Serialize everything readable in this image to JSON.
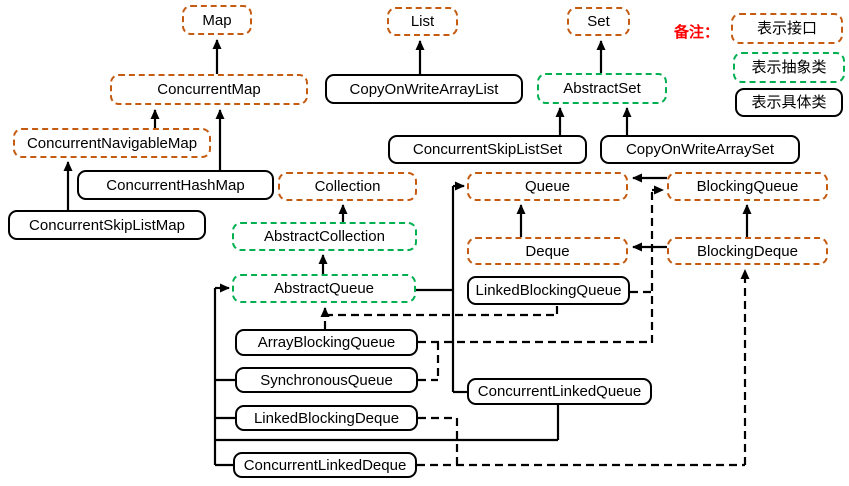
{
  "legend": {
    "title": "备注：",
    "items": [
      {
        "label": "表示接口",
        "type": "interface",
        "color": "#C55A11"
      },
      {
        "label": "表示抽象类",
        "type": "abstract",
        "color": "#00B050"
      },
      {
        "label": "表示具体类",
        "type": "concrete",
        "color": "#000000"
      }
    ]
  },
  "colors": {
    "interface_border": "#C55A11",
    "abstract_border": "#00B050",
    "concrete_border": "#000000",
    "note_text": "#FF0000",
    "line": "#000000",
    "background": "#ffffff"
  },
  "nodes": {
    "map": {
      "label": "Map",
      "type": "interface"
    },
    "concurrent_map": {
      "label": "ConcurrentMap",
      "type": "interface"
    },
    "concurrent_navigable_map": {
      "label": "ConcurrentNavigableMap",
      "type": "interface"
    },
    "concurrent_hash_map": {
      "label": "ConcurrentHashMap",
      "type": "concrete"
    },
    "concurrent_skip_list_map": {
      "label": "ConcurrentSkipListMap",
      "type": "concrete"
    },
    "list": {
      "label": "List",
      "type": "interface"
    },
    "copy_on_write_array_list": {
      "label": "CopyOnWriteArrayList",
      "type": "concrete"
    },
    "set": {
      "label": "Set",
      "type": "interface"
    },
    "abstract_set": {
      "label": "AbstractSet",
      "type": "abstract"
    },
    "concurrent_skip_list_set": {
      "label": "ConcurrentSkipListSet",
      "type": "concrete"
    },
    "copy_on_write_array_set": {
      "label": "CopyOnWriteArraySet",
      "type": "concrete"
    },
    "collection": {
      "label": "Collection",
      "type": "interface"
    },
    "abstract_collection": {
      "label": "AbstractCollection",
      "type": "abstract"
    },
    "abstract_queue": {
      "label": "AbstractQueue",
      "type": "abstract"
    },
    "queue": {
      "label": "Queue",
      "type": "interface"
    },
    "blocking_queue": {
      "label": "BlockingQueue",
      "type": "interface"
    },
    "deque": {
      "label": "Deque",
      "type": "interface"
    },
    "blocking_deque": {
      "label": "BlockingDeque",
      "type": "interface"
    },
    "linked_blocking_queue": {
      "label": "LinkedBlockingQueue",
      "type": "concrete"
    },
    "array_blocking_queue": {
      "label": "ArrayBlockingQueue",
      "type": "concrete"
    },
    "synchronous_queue": {
      "label": "SynchronousQueue",
      "type": "concrete"
    },
    "linked_blocking_deque": {
      "label": "LinkedBlockingDeque",
      "type": "concrete"
    },
    "concurrent_linked_queue": {
      "label": "ConcurrentLinkedQueue",
      "type": "concrete"
    },
    "concurrent_linked_deque": {
      "label": "ConcurrentLinkedDeque",
      "type": "concrete"
    }
  },
  "edges": [
    {
      "from": "ConcurrentMap",
      "to": "Map",
      "style": "solid"
    },
    {
      "from": "ConcurrentNavigableMap",
      "to": "ConcurrentMap",
      "style": "solid"
    },
    {
      "from": "ConcurrentHashMap",
      "to": "ConcurrentMap",
      "style": "solid"
    },
    {
      "from": "ConcurrentSkipListMap",
      "to": "ConcurrentNavigableMap",
      "style": "solid"
    },
    {
      "from": "CopyOnWriteArrayList",
      "to": "List",
      "style": "solid"
    },
    {
      "from": "AbstractSet",
      "to": "Set",
      "style": "solid"
    },
    {
      "from": "ConcurrentSkipListSet",
      "to": "AbstractSet",
      "style": "solid"
    },
    {
      "from": "CopyOnWriteArraySet",
      "to": "AbstractSet",
      "style": "solid"
    },
    {
      "from": "AbstractCollection",
      "to": "Collection",
      "style": "solid"
    },
    {
      "from": "AbstractQueue",
      "to": "AbstractCollection",
      "style": "solid"
    },
    {
      "from": "AbstractQueue",
      "to": "Queue",
      "style": "solid"
    },
    {
      "from": "Deque",
      "to": "Queue",
      "style": "solid"
    },
    {
      "from": "BlockingQueue",
      "to": "Queue",
      "style": "solid"
    },
    {
      "from": "BlockingDeque",
      "to": "Deque",
      "style": "solid"
    },
    {
      "from": "BlockingDeque",
      "to": "BlockingQueue",
      "style": "solid"
    },
    {
      "from": "SynchronousQueue",
      "to": "AbstractQueue",
      "style": "solid"
    },
    {
      "from": "LinkedBlockingDeque",
      "to": "AbstractQueue",
      "style": "solid"
    },
    {
      "from": "ConcurrentLinkedDeque",
      "to": "AbstractQueue",
      "style": "solid"
    },
    {
      "from": "ConcurrentLinkedQueue",
      "to": "AbstractQueue",
      "style": "solid"
    },
    {
      "from": "ArrayBlockingQueue",
      "to": "AbstractQueue",
      "style": "dashed"
    },
    {
      "from": "LinkedBlockingQueue",
      "to": "AbstractQueue",
      "style": "dashed"
    },
    {
      "from": "ArrayBlockingQueue",
      "to": "BlockingQueue",
      "style": "dashed"
    },
    {
      "from": "SynchronousQueue",
      "to": "BlockingQueue",
      "style": "dashed"
    },
    {
      "from": "LinkedBlockingQueue",
      "to": "BlockingQueue",
      "style": "dashed"
    },
    {
      "from": "LinkedBlockingDeque",
      "to": "BlockingDeque",
      "style": "dashed"
    },
    {
      "from": "ConcurrentLinkedDeque",
      "to": "BlockingDeque",
      "style": "dashed"
    }
  ]
}
